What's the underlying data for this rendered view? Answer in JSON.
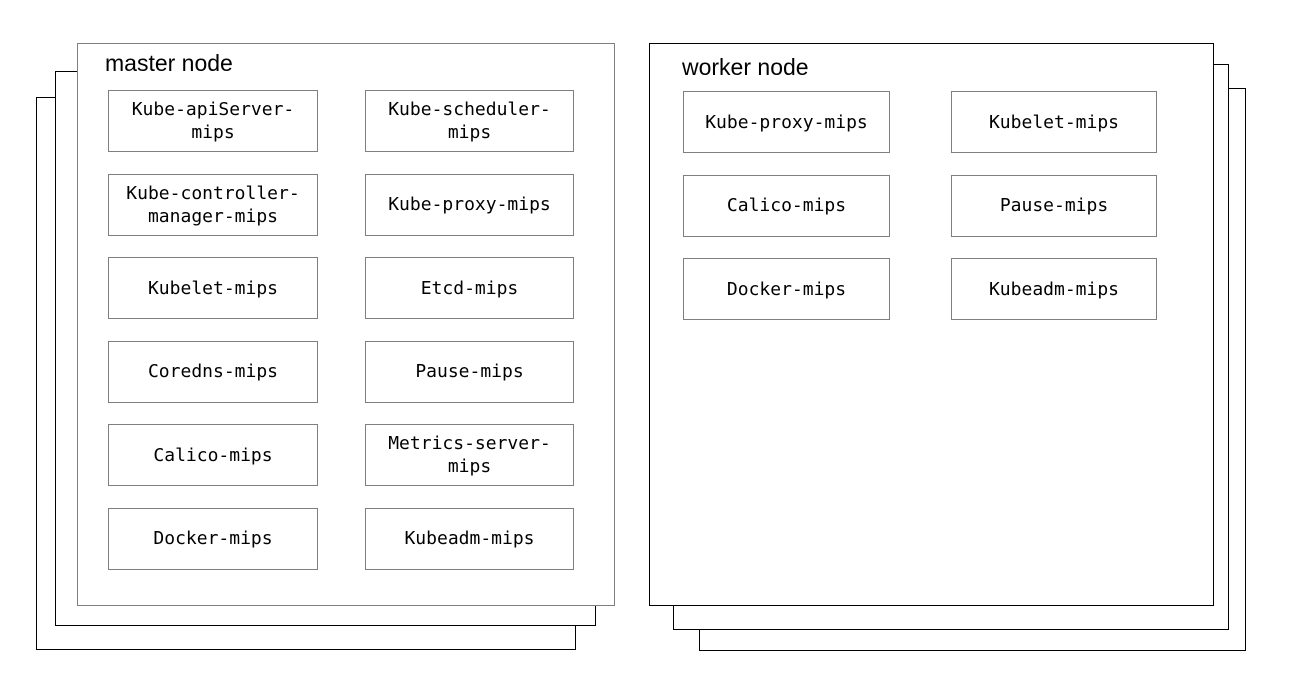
{
  "diagram": {
    "master": {
      "title": "master node",
      "boxes": [
        {
          "label": "Kube-apiServer-\nmips"
        },
        {
          "label": "Kube-scheduler-\nmips"
        },
        {
          "label": "Kube-controller-\nmanager-mips"
        },
        {
          "label": "Kube-proxy-mips"
        },
        {
          "label": "Kubelet-mips"
        },
        {
          "label": "Etcd-mips"
        },
        {
          "label": "Coredns-mips"
        },
        {
          "label": "Pause-mips"
        },
        {
          "label": "Calico-mips"
        },
        {
          "label": "Metrics-server-\nmips"
        },
        {
          "label": "Docker-mips"
        },
        {
          "label": "Kubeadm-mips"
        }
      ]
    },
    "worker": {
      "title": "worker node",
      "boxes": [
        {
          "label": "Kube-proxy-mips"
        },
        {
          "label": "Kubelet-mips"
        },
        {
          "label": "Calico-mips"
        },
        {
          "label": "Pause-mips"
        },
        {
          "label": "Docker-mips"
        },
        {
          "label": "Kubeadm-mips"
        }
      ]
    },
    "colors": {
      "background": "#ffffff",
      "master_panel_border": "#7f7f7f",
      "worker_panel_border": "#000000",
      "stack_layer_border": "#000000",
      "box_border": "#7f7f7f",
      "text": "#000000"
    }
  }
}
